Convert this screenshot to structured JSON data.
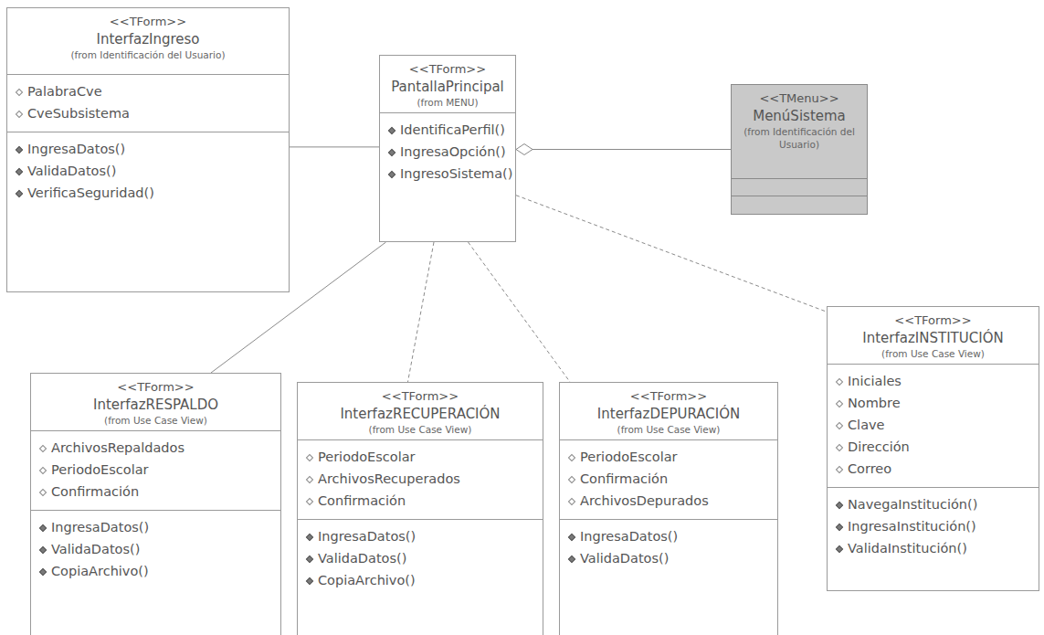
{
  "diagram": {
    "nodes": [
      {
        "text": [
          "<<TForm>>",
          "InterfazIngreso",
          "(from Identificación del Usuario)",
          "PalabraCve",
          "CveSubsistema",
          "IngresaDatos()",
          "ValidaDatos()",
          "VerificaSeguridad()"
        ]
      },
      {
        "text": [
          "<<TForm>>",
          "PantallaPrincipal",
          "(from MENU)",
          "IdentificaPerfil()",
          "IngresaOpción()",
          "IngresoSistema()"
        ]
      },
      {
        "text": [
          "<<TMenu>>",
          "MenúSistema",
          "(from Identificación del Usuario)"
        ]
      },
      {
        "text": [
          "<<TForm>>",
          "InterfazRESPALDO",
          "(from Use Case View)",
          "ArchivosRepaldados",
          "PeriodoEscolar",
          "Confirmación",
          "IngresaDatos()",
          "ValidaDatos()",
          "CopiaArchivo()"
        ]
      },
      {
        "text": [
          "<<TForm>>",
          "InterfazRECUPERACIÓN",
          "(from Use Case View)",
          "PeriodoEscolar",
          "ArchivosRecuperados",
          "Confirmación",
          "IngresaDatos()",
          "ValidaDatos()",
          "CopiaArchivo()"
        ]
      },
      {
        "text": [
          "<<TForm>>",
          "InterfazDEPURACIÓN",
          "(from Use Case View)",
          "PeriodoEscolar",
          "Confirmación",
          "ArchivosDepurados",
          "IngresaDatos()",
          "ValidaDatos()"
        ]
      },
      {
        "text": [
          "<<TForm>>",
          "InterfazINSTITUCIÓN",
          "(from Use Case View)",
          "Iniciales",
          "Nombre",
          "Clave",
          "Dirección",
          "Correo",
          "NavegaInstitución()",
          "IngresaInstitución()",
          "ValidaInstitución()"
        ]
      }
    ],
    "edges": [
      {
        "from": 0,
        "to": 1,
        "arrow": "none"
      },
      {
        "from": 2,
        "to": 1,
        "arrow": "to"
      },
      {
        "from": 1,
        "to": 3,
        "arrow": "none"
      },
      {
        "from": 1,
        "to": 4,
        "arrow": "none"
      },
      {
        "from": 1,
        "to": 5,
        "arrow": "none"
      },
      {
        "from": 1,
        "to": 6,
        "arrow": "none"
      }
    ]
  }
}
